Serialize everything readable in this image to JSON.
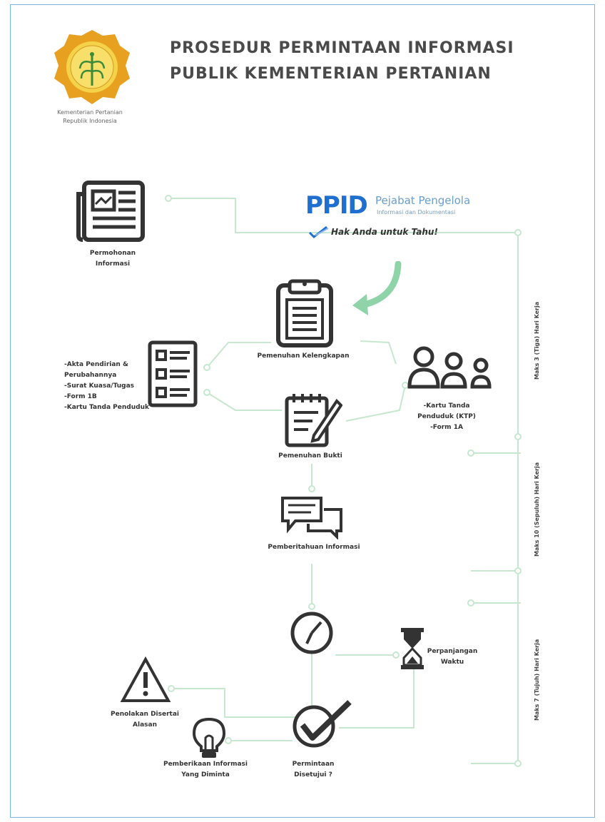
{
  "title": {
    "line1": "PROSEDUR PERMINTAAN INFORMASI",
    "line2": "PUBLIK KEMENTERIAN PERTANIAN"
  },
  "logo": {
    "caption1": "Kementerian Pertanian",
    "caption2": "Republik Indonesia"
  },
  "ppid": {
    "wordmark": "PPID",
    "name": "Pejabat Pengelola",
    "subname": "Informasi dan Dokumentasi",
    "tagline": "Hak Anda untuk Tahu!"
  },
  "steps": {
    "permohonan": [
      "Permohonan",
      "Informasi"
    ],
    "kelengkapan": "Pemenuhan Kelengkapan",
    "left_requirements": [
      "-Akta Pendirian &",
      "Perubahannya",
      "-Surat Kuasa/Tugas",
      "-Form 1B",
      "-Kartu Tanda Penduduk"
    ],
    "right_requirements": [
      "-Kartu Tanda",
      "Penduduk (KTP)",
      "-Form 1A"
    ],
    "bukti": "Pemenuhan Bukti",
    "pemberitahuan": "Pemberitahuan Informasi",
    "perpanjangan": [
      "Perpanjangan",
      "Waktu"
    ],
    "penolakan": [
      "Penolakan Disertai",
      "Alasan"
    ],
    "pemberian": [
      "Pemberikaan Informasi",
      "Yang Diminta"
    ],
    "permintaan": [
      "Permintaan",
      "Disetujui ?"
    ]
  },
  "timeline": {
    "t1": "Maks 3 (Tiga) Hari Kerja",
    "t2": "Maks 10 (Sepuluh) Hari Kerja",
    "t3": "Maks 7 (Tujuh) Hari Kerja"
  },
  "colors": {
    "line": "#bfe3c8",
    "accent_green": "#8fd3a8",
    "icon": "#333333",
    "ppid_blue": "#1e6fd0",
    "logo_gold": "#e8a020",
    "frame": "#7ab7e0"
  }
}
